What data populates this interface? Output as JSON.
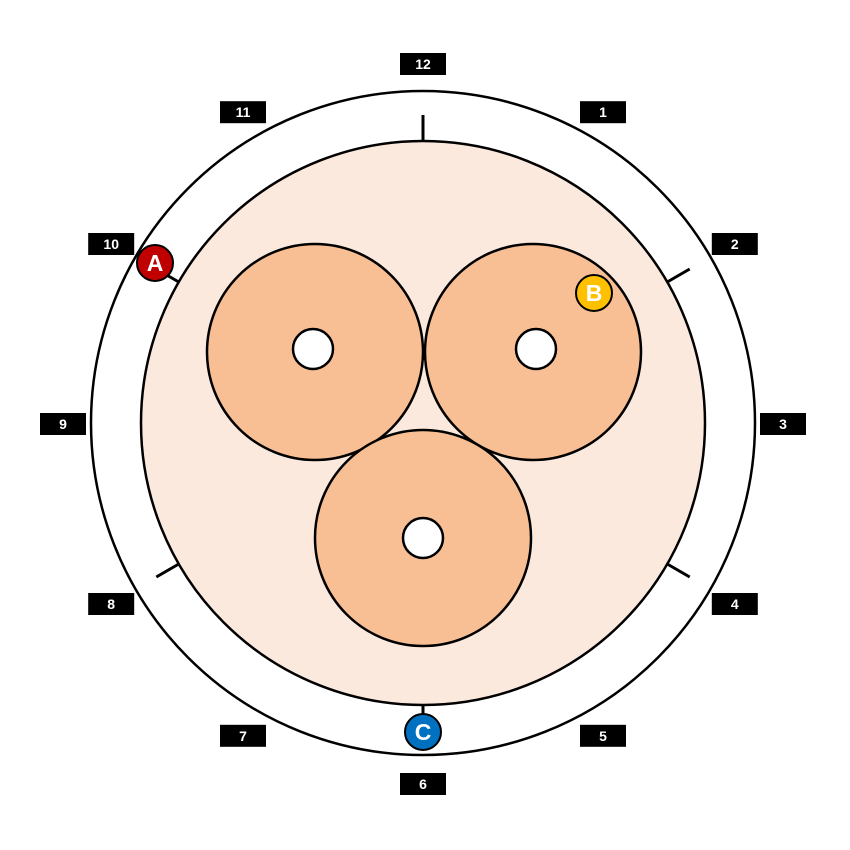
{
  "clock_labels": [
    "12",
    "1",
    "2",
    "3",
    "4",
    "5",
    "6",
    "7",
    "8",
    "9",
    "10",
    "11"
  ],
  "markers": [
    {
      "letter": "A",
      "fill": "#c00000",
      "text_color": "#ffffff"
    },
    {
      "letter": "B",
      "fill": "#ffc000",
      "text_color": "#ffffff"
    },
    {
      "letter": "C",
      "fill": "#0070c0",
      "text_color": "#ffffff"
    }
  ],
  "colors": {
    "outer_ring": "#ffffff",
    "inner_fill": "#fce9dd",
    "core_fill": "#f9bf94",
    "core_hole": "#ffffff",
    "stroke": "#000000",
    "label_bg": "#000000"
  }
}
